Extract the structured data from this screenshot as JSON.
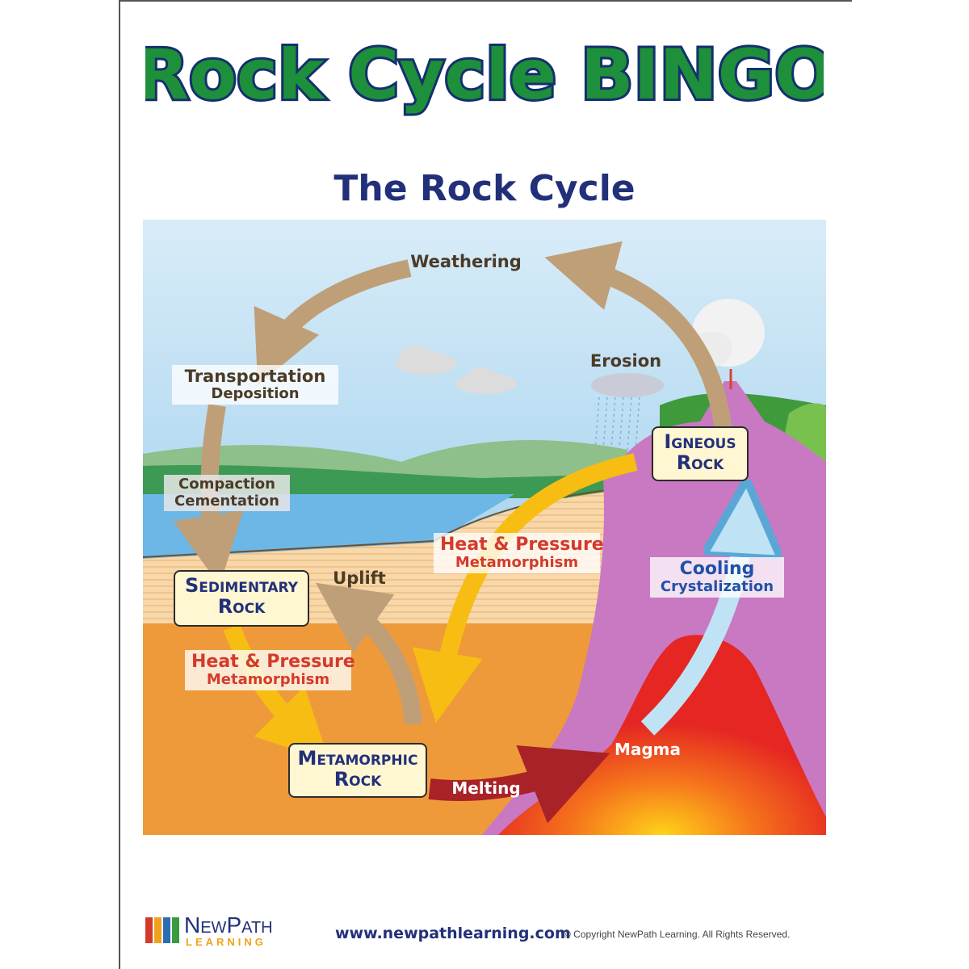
{
  "header": {
    "title": "Rock Cycle BINGO",
    "subtitle": "The Rock Cycle"
  },
  "rocks": {
    "sedimentary": [
      "Sedimentary",
      "Rock"
    ],
    "metamorphic": [
      "Metamorphic",
      "Rock"
    ],
    "igneous": [
      "Igneous",
      "Rock"
    ]
  },
  "processes": {
    "weathering": "Weathering",
    "erosion": "Erosion",
    "transportation": "Transportation",
    "deposition": "Deposition",
    "compaction": "Compaction",
    "cementation": "Cementation",
    "uplift": "Uplift",
    "heat_pressure_1": "Heat & Pressure",
    "metamorphism_1": "Metamorphism",
    "heat_pressure_2": "Heat & Pressure",
    "metamorphism_2": "Metamorphism",
    "cooling": "Cooling",
    "crystalization": "Crystalization",
    "magma": "Magma",
    "melting": "Melting"
  },
  "footer": {
    "logo_top": "NewPath",
    "logo_bottom": "LEARNING",
    "url": "www.newpathlearning.com",
    "copyright": "© Copyright NewPath Learning. All Rights Reserved."
  },
  "colors": {
    "title_green": "#1e8f3a",
    "title_outline": "#14306e",
    "subtitle_blue": "#22307a",
    "sky": "#b9dcf0",
    "water": "#6db7e6",
    "sediment": "#f6cf9a",
    "deep_earth": "#ee9a3a",
    "magma_chamber": "#c978c2",
    "magma": "#e52622",
    "brown_arrow": "#bf9f77",
    "yellow_arrow": "#f7bd12",
    "blue_arrow": "#bfe2f5",
    "red_arrow": "#a82227"
  }
}
